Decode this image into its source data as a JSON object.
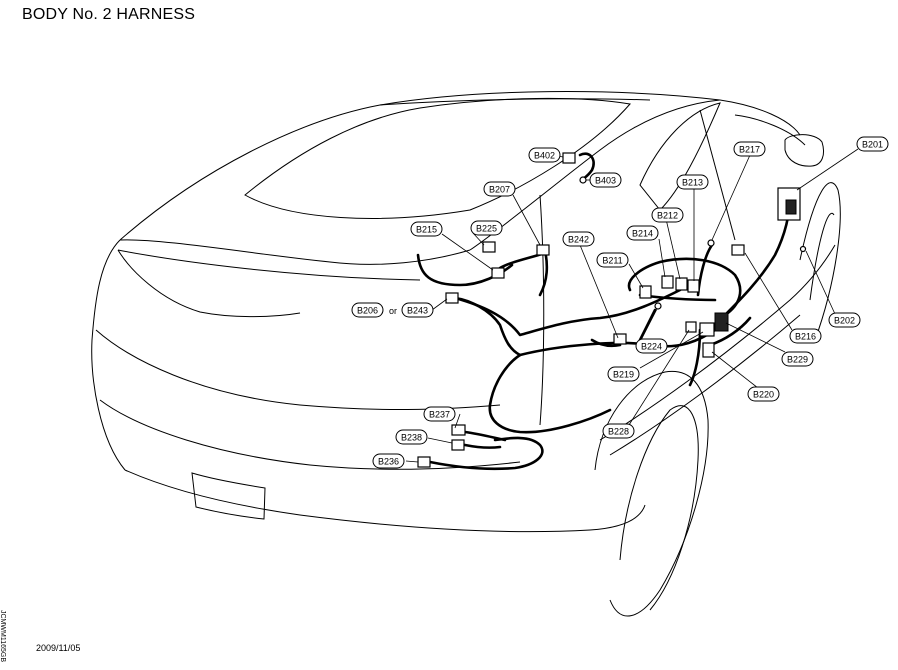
{
  "title": "BODY No. 2 HARNESS",
  "date": "2009/11/05",
  "figure_id": "JCMWM1165GB",
  "or_word": "or",
  "connectors": {
    "B201": "B201",
    "B202": "B202",
    "B206": "B206",
    "B207": "B207",
    "B211": "B211",
    "B212": "B212",
    "B213": "B213",
    "B214": "B214",
    "B215": "B215",
    "B216": "B216",
    "B217": "B217",
    "B219": "B219",
    "B220": "B220",
    "B224": "B224",
    "B225": "B225",
    "B228": "B228",
    "B229": "B229",
    "B236": "B236",
    "B237": "B237",
    "B238": "B238",
    "B242": "B242",
    "B243": "B243",
    "B402": "B402",
    "B403": "B403"
  }
}
